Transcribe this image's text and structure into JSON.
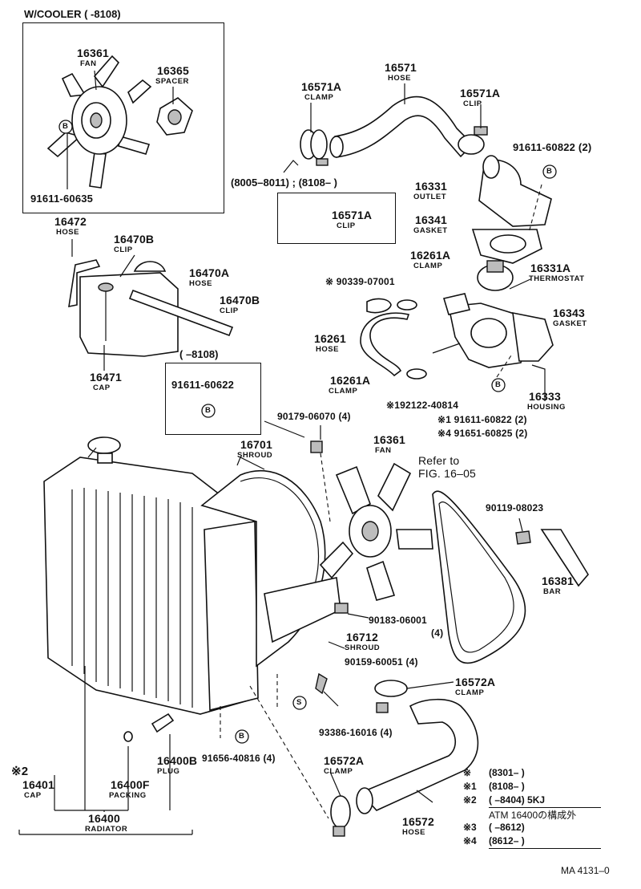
{
  "sections": {
    "cooler_box": "W/COOLER (        -8108)",
    "alt_clip_box": "(8005–8011) ; (8108–        )",
    "alt_bolt_box": "(        –8108)"
  },
  "parts": {
    "fan_cooler": {
      "number": "16361",
      "name": "FAN"
    },
    "spacer": {
      "number": "16365",
      "name": "SPACER"
    },
    "bolt_cooler": {
      "number": "91611-60635"
    },
    "hose_upper": {
      "number": "16571",
      "name": "HOSE"
    },
    "clamp_upper": {
      "number": "16571A",
      "name": "CLAMP"
    },
    "clip_upper": {
      "number": "16571A",
      "name": "CLIP"
    },
    "clip_alt": {
      "number": "16571A",
      "name": "CLIP"
    },
    "bolt_outlet": {
      "number": "91611-60822 (2)"
    },
    "outlet": {
      "number": "16331",
      "name": "OUTLET"
    },
    "gasket_outlet": {
      "number": "16341",
      "name": "GASKET"
    },
    "hose_reservoir": {
      "number": "16472",
      "name": "HOSE"
    },
    "clip_reservoir": {
      "number": "16470B",
      "name": "CLIP"
    },
    "hose_overflow": {
      "number": "16470A",
      "name": "HOSE"
    },
    "clip_overflow": {
      "number": "16470B",
      "name": "CLIP"
    },
    "cap_reservoir": {
      "number": "16471",
      "name": "CAP"
    },
    "bolt_alt": {
      "number": "91611-60622"
    },
    "plug_90339": {
      "number": "※ 90339-07001"
    },
    "clamp_bypass_top": {
      "number": "16261A",
      "name": "CLAMP"
    },
    "thermostat": {
      "number": "16331A",
      "name": "THERMOSTAT"
    },
    "gasket_housing": {
      "number": "16343",
      "name": "GASKET"
    },
    "hose_bypass": {
      "number": "16261",
      "name": "HOSE"
    },
    "clamp_bypass_bottom": {
      "number": "16261A",
      "name": "CLAMP"
    },
    "housing": {
      "number": "16333",
      "name": "HOUSING"
    },
    "stud": {
      "number": "※192122-40814"
    },
    "bolt_housing_1": {
      "number": "※1 91611-60822 (2)"
    },
    "bolt_housing_4": {
      "number": "※4 91651-60825 (2)"
    },
    "nut_shroud": {
      "number": "90179-06070 (4)"
    },
    "shroud_upper": {
      "number": "16701",
      "name": "SHROUD"
    },
    "fan_main": {
      "number": "16361",
      "name": "FAN"
    },
    "refer": {
      "line1": "Refer to",
      "line2": "FIG. 16–05"
    },
    "bolt_bar": {
      "number": "90119-08023"
    },
    "bar": {
      "number": "16381",
      "name": "BAR"
    },
    "clip_shroud": {
      "number": "90183-06001",
      "qty": "(4)"
    },
    "shroud_lower": {
      "number": "16712",
      "name": "SHROUD"
    },
    "screw_shroud": {
      "number": "90159-60051 (4)"
    },
    "clamp_lower_top": {
      "number": "16572A",
      "name": "CLAMP"
    },
    "bolt_93386": {
      "number": "93386-16016 (4)"
    },
    "bolt_91656": {
      "number": "91656-40816 (4)"
    },
    "plug": {
      "number": "16400B",
      "name": "PLUG"
    },
    "mark_cap": {
      "number": "※2"
    },
    "cap_radiator": {
      "number": "16401",
      "name": "CAP"
    },
    "packing": {
      "number": "16400F",
      "name": "PACKING"
    },
    "radiator": {
      "number": "16400",
      "name": "RADIATOR"
    },
    "clamp_lower_bottom": {
      "number": "16572A",
      "name": "CLAMP"
    },
    "hose_lower": {
      "number": "16572",
      "name": "HOSE"
    }
  },
  "markers": {
    "b": "B",
    "s": "S"
  },
  "legend": [
    {
      "mark": "※",
      "text": "(8301–        )"
    },
    {
      "mark": "※1",
      "text": "(8108–        )"
    },
    {
      "mark": "※2",
      "text": "(        –8404) 5KJ"
    },
    {
      "mark": "",
      "text": "ATM 16400の構成外"
    },
    {
      "mark": "※3",
      "text": "(        –8612)"
    },
    {
      "mark": "※4",
      "text": "(8612–        )"
    }
  ],
  "diagram_code": "MA 4131–0"
}
